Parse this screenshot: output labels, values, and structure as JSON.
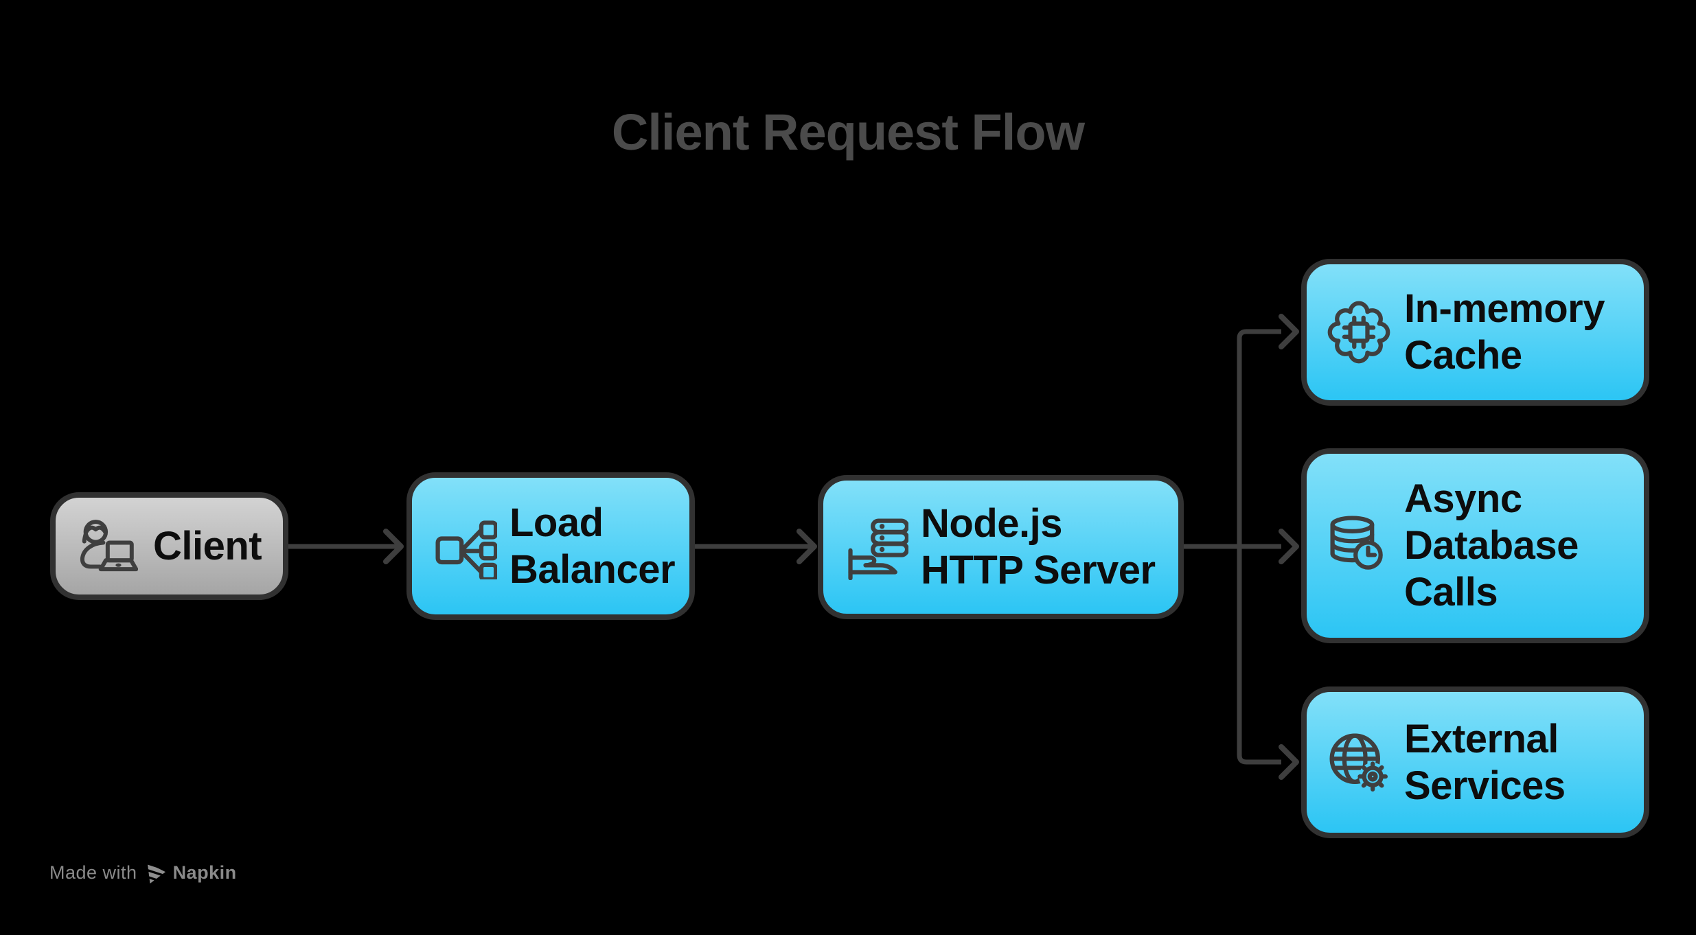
{
  "title": "Client Request Flow",
  "nodes": {
    "client": {
      "label": "Client",
      "icon": "person-laptop-icon"
    },
    "load_balancer": {
      "label": "Load\nBalancer",
      "icon": "load-balancer-icon"
    },
    "http_server": {
      "label": "Node.js\nHTTP Server",
      "icon": "server-hand-icon"
    },
    "cache": {
      "label": "In-memory\nCache",
      "icon": "brain-chip-icon"
    },
    "async_db": {
      "label": "Async\nDatabase\nCalls",
      "icon": "database-clock-icon"
    },
    "external": {
      "label": "External\nServices",
      "icon": "globe-gear-icon"
    }
  },
  "watermark": {
    "made_with": "Made with",
    "brand": "Napkin",
    "logo_icon": "napkin-logo-icon"
  },
  "colors": {
    "background": "#000000",
    "node_fill_top": "#82E0F9",
    "node_fill_bottom": "#2CC5F4",
    "client_fill_top": "#D3D3D3",
    "client_fill_bottom": "#A5A5A5",
    "node_border": "#313131",
    "connector": "#3E3E3E",
    "label_text": "#0D0D0D",
    "title_text": "#4B4B4B",
    "watermark_text": "#8A8A8A",
    "icon_stroke": "#3F3F3F"
  }
}
